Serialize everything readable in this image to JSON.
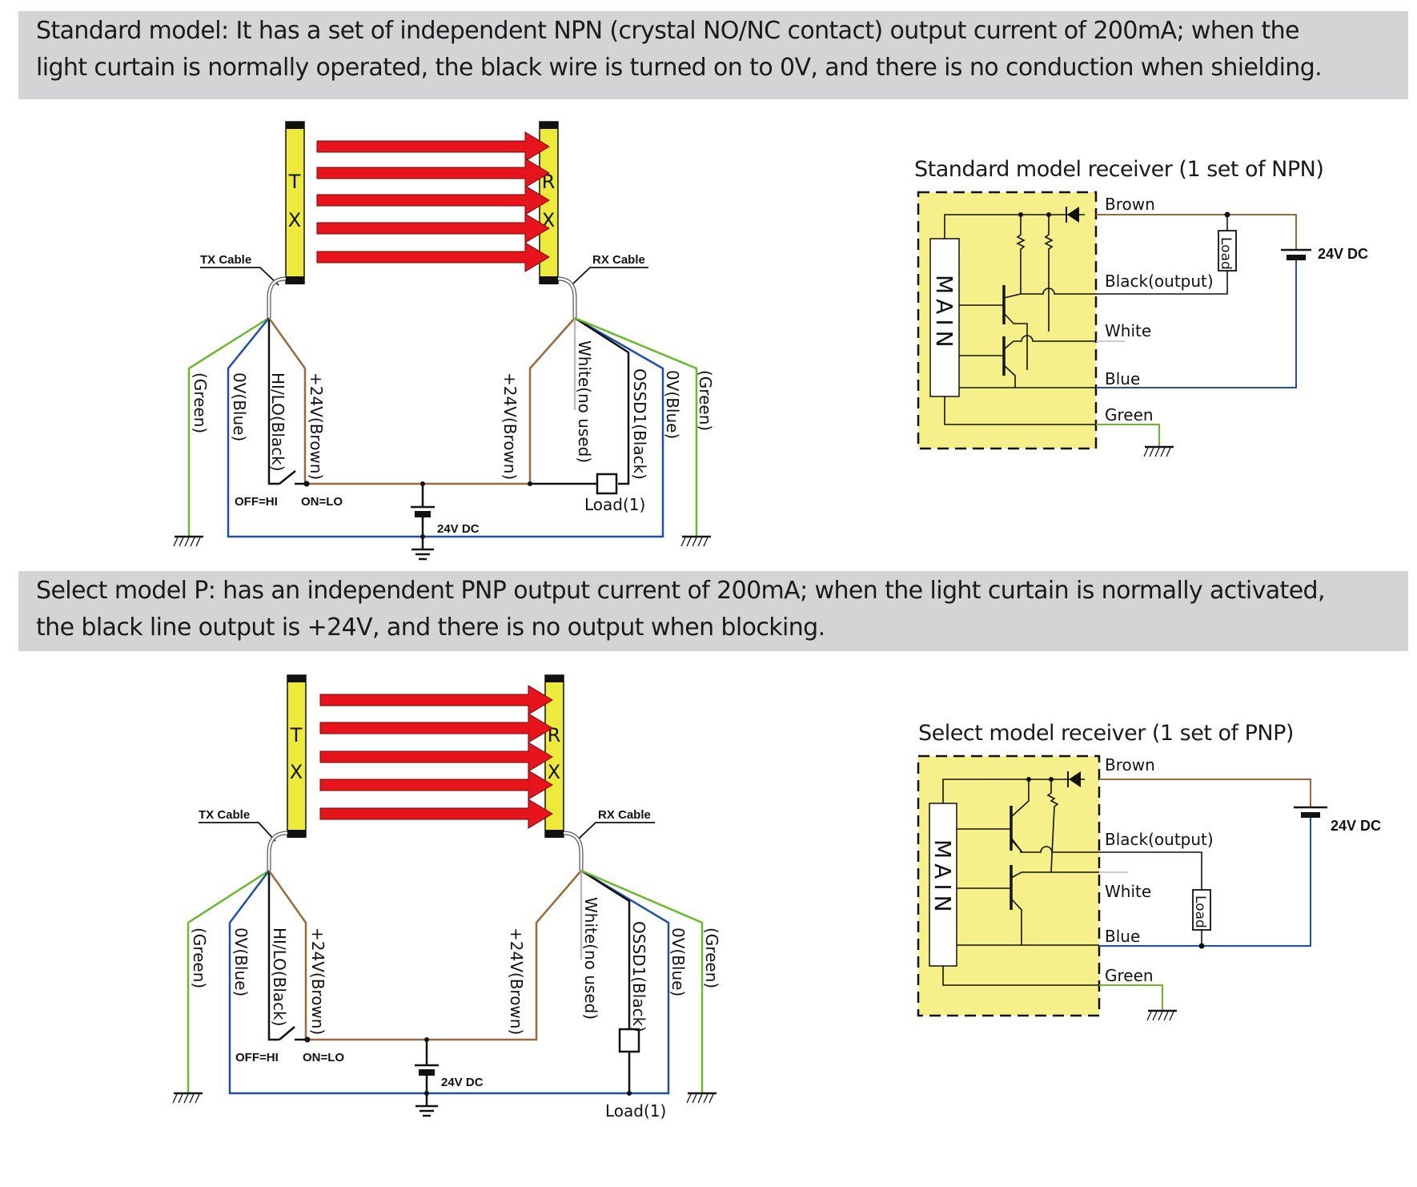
{
  "banners": {
    "standard": {
      "line1": "Standard model: It has a set of independent NPN (crystal NO/NC contact) output current of 200mA; when the",
      "line2": "light curtain is normally operated, the black wire is turned on to 0V, and there is no conduction when shielding."
    },
    "select_p": {
      "line1": "Select model P: has an independent PNP output current of 200mA; when the light curtain is normally activated,",
      "line2": "the black line output is +24V, and there is no output when blocking."
    }
  },
  "colors": {
    "banner_bg": "#d4d4d6",
    "curtain_yellow": "#eeea3c",
    "beam_red": "#e8141b",
    "receiver_box": "#f5f08a",
    "wire_brown": "#9a6a3c",
    "wire_blue": "#1f4fa8",
    "wire_green": "#6ab82c",
    "wire_white": "#bcbcbc",
    "wire_black": "#111111"
  },
  "curtain": {
    "tx_letters": [
      "T",
      "X"
    ],
    "rx_letters": [
      "R",
      "X"
    ],
    "tx_cable": "TX Cable",
    "rx_cable": "RX Cable",
    "beam_count": 5
  },
  "wiring_top": {
    "tx_wires": [
      "(Green)",
      "0V(Blue)",
      "HI/LO(Black)",
      "+24V(Brown)"
    ],
    "rx_wires": [
      "+24V(Brown)",
      "White(no used)",
      "OSSD1(Black)",
      "0V(Blue)",
      "(Green)"
    ],
    "switch_off": "OFF=HI",
    "switch_on": "ON=LO",
    "supply": "24V DC",
    "load": "Load(1)"
  },
  "wiring_bottom": {
    "tx_wires": [
      "(Green)",
      "0V(Blue)",
      "HI/LO(Black)",
      "+24V(Brown)"
    ],
    "rx_wires": [
      "+24V(Brown)",
      "White(no used)",
      "OSSD1(Black)",
      "0V(Blue)",
      "(Green)"
    ],
    "switch_off": "OFF=HI",
    "switch_on": "ON=LO",
    "supply": "24V DC",
    "load": "Load(1)"
  },
  "receiver_npn": {
    "title": "Standard model receiver (1 set of NPN)",
    "main": "MAIN",
    "wires": [
      "Brown",
      "Black(output)",
      "White",
      "Blue",
      "Green"
    ],
    "load": "Load",
    "supply": "24V DC"
  },
  "receiver_pnp": {
    "title": "Select model receiver (1 set of PNP)",
    "main": "MAIN",
    "wires": [
      "Brown",
      "Black(output)",
      "White",
      "Blue",
      "Green"
    ],
    "load": "Load",
    "supply": "24V DC"
  }
}
